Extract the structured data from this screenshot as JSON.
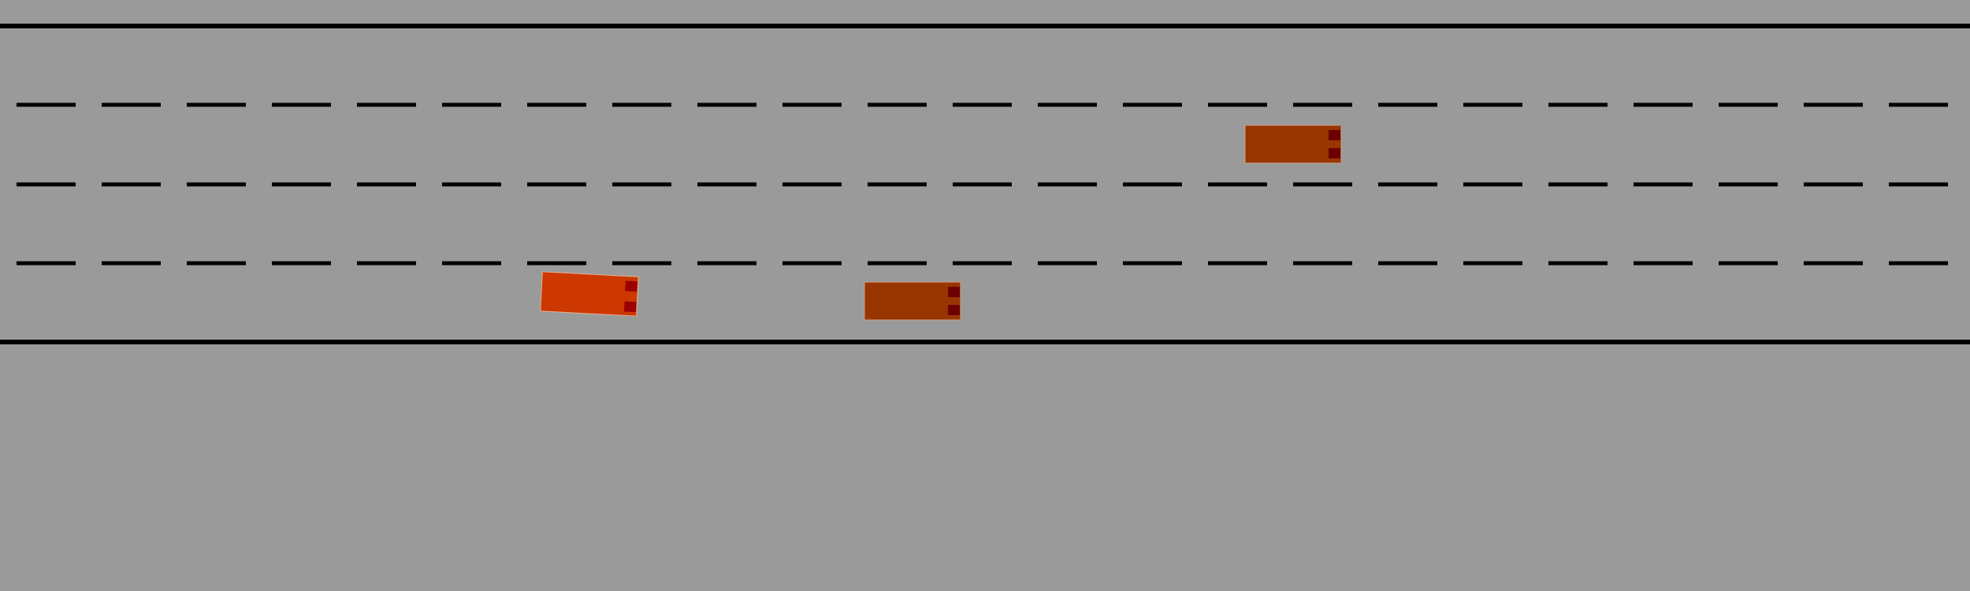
{
  "scene": {
    "background_color": "#9a9a9a",
    "lane_count": 4,
    "line_color": "#000000"
  },
  "vehicles": [
    {
      "id": "ego",
      "role": "ego-vehicle",
      "lane": 4,
      "heading": "right",
      "tilted": true,
      "body_color": "#cd3700",
      "light_color": "#9b0000"
    },
    {
      "id": "car-1",
      "role": "traffic-vehicle",
      "lane": 4,
      "heading": "right",
      "tilted": false,
      "body_color": "#993500",
      "light_color": "#6b0000"
    },
    {
      "id": "car-2",
      "role": "traffic-vehicle",
      "lane": 2,
      "heading": "right",
      "tilted": false,
      "body_color": "#993500",
      "light_color": "#6b0000"
    }
  ]
}
